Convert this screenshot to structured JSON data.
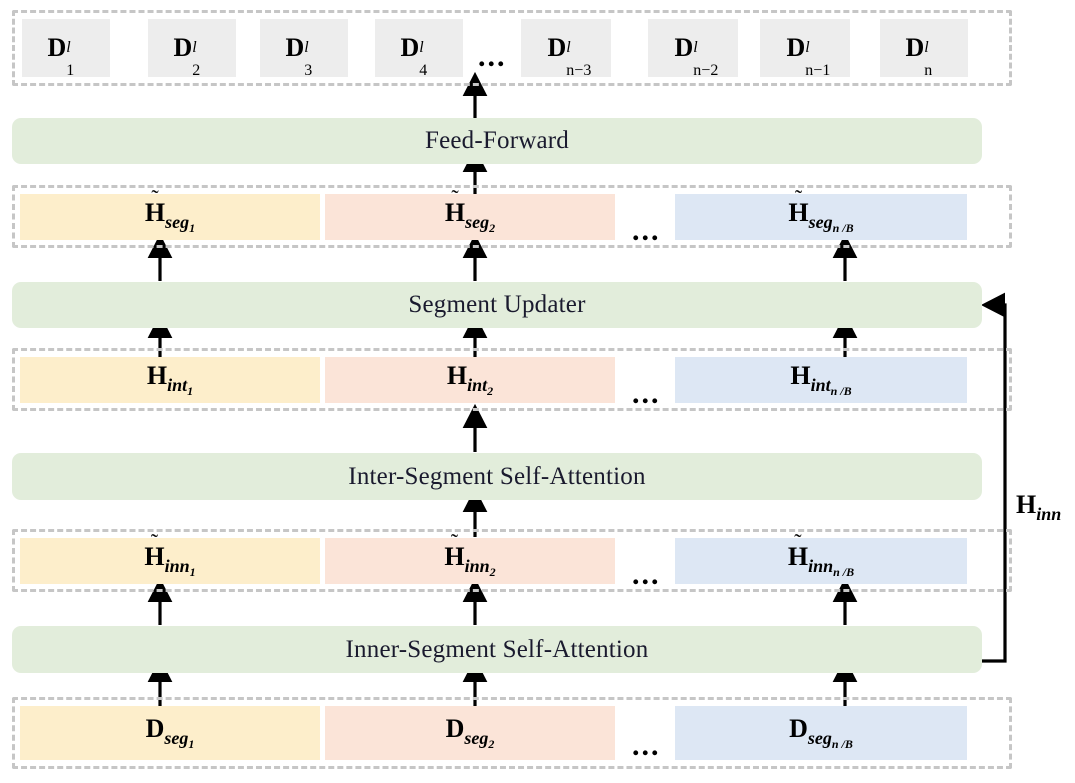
{
  "diagram": {
    "title": "Segment-level hierarchical self-attention block",
    "colors": {
      "green_bar": "#e2eddb",
      "gray_token": "#ededed",
      "yellow_segment": "#fdeecb",
      "peach_segment": "#fbe4d8",
      "blue_segment": "#dde7f4",
      "dashed_border": "#c6c6c6",
      "arrow": "#000000"
    },
    "ellipsis": "...",
    "rows": [
      {
        "id": "output-tokens",
        "kind": "token-row",
        "fill": "gray",
        "items": [
          {
            "base": "D",
            "sup": "l",
            "sub": "1"
          },
          {
            "base": "D",
            "sup": "l",
            "sub": "2"
          },
          {
            "base": "D",
            "sup": "l",
            "sub": "3"
          },
          {
            "base": "D",
            "sup": "l",
            "sub": "4"
          },
          {
            "base": "D",
            "sup": "l",
            "sub": "n−3"
          },
          {
            "base": "D",
            "sup": "l",
            "sub": "n−2"
          },
          {
            "base": "D",
            "sup": "l",
            "sub": "n−1"
          },
          {
            "base": "D",
            "sup": "l",
            "sub": "n"
          }
        ]
      },
      {
        "id": "feed-forward",
        "kind": "op-bar",
        "label": "Feed-Forward"
      },
      {
        "id": "h-seg",
        "kind": "segment-row",
        "items": [
          {
            "tilde": true,
            "base": "H",
            "sub": "seg",
            "ssub": "1",
            "fill": "yellow"
          },
          {
            "tilde": true,
            "base": "H",
            "sub": "seg",
            "ssub": "2",
            "fill": "peach"
          },
          {
            "tilde": true,
            "base": "H",
            "sub": "seg",
            "ssub": "n /B",
            "fill": "blue"
          }
        ]
      },
      {
        "id": "segment-updater",
        "kind": "op-bar",
        "label": "Segment Updater"
      },
      {
        "id": "h-int",
        "kind": "segment-row",
        "items": [
          {
            "tilde": false,
            "base": "H",
            "sub": "int",
            "ssub": "1",
            "fill": "yellow"
          },
          {
            "tilde": false,
            "base": "H",
            "sub": "int",
            "ssub": "2",
            "fill": "peach"
          },
          {
            "tilde": false,
            "base": "H",
            "sub": "int",
            "ssub": "n /B",
            "fill": "blue"
          }
        ]
      },
      {
        "id": "inter-segment-self-attention",
        "kind": "op-bar",
        "label": "Inter-Segment Self-Attention"
      },
      {
        "id": "h-inn-tilde",
        "kind": "segment-row",
        "items": [
          {
            "tilde": true,
            "base": "H",
            "sub": "inn",
            "ssub": "1",
            "fill": "yellow"
          },
          {
            "tilde": true,
            "base": "H",
            "sub": "inn",
            "ssub": "2",
            "fill": "peach"
          },
          {
            "tilde": true,
            "base": "H",
            "sub": "inn",
            "ssub": "n /B",
            "fill": "blue"
          }
        ]
      },
      {
        "id": "inner-segment-self-attention",
        "kind": "op-bar",
        "label": "Inner-Segment Self-Attention"
      },
      {
        "id": "d-seg",
        "kind": "segment-row",
        "items": [
          {
            "tilde": false,
            "base": "D",
            "sub": "seg",
            "ssub": "1",
            "fill": "yellow"
          },
          {
            "tilde": false,
            "base": "D",
            "sub": "seg",
            "ssub": "2",
            "fill": "peach"
          },
          {
            "tilde": false,
            "base": "D",
            "sub": "seg",
            "ssub": "n /B",
            "fill": "blue"
          }
        ]
      }
    ],
    "residual": {
      "id": "h-inn-residual",
      "base": "H",
      "sub": "inn",
      "description": "skip connection from Inner-Segment Self-Attention to Segment Updater"
    }
  }
}
